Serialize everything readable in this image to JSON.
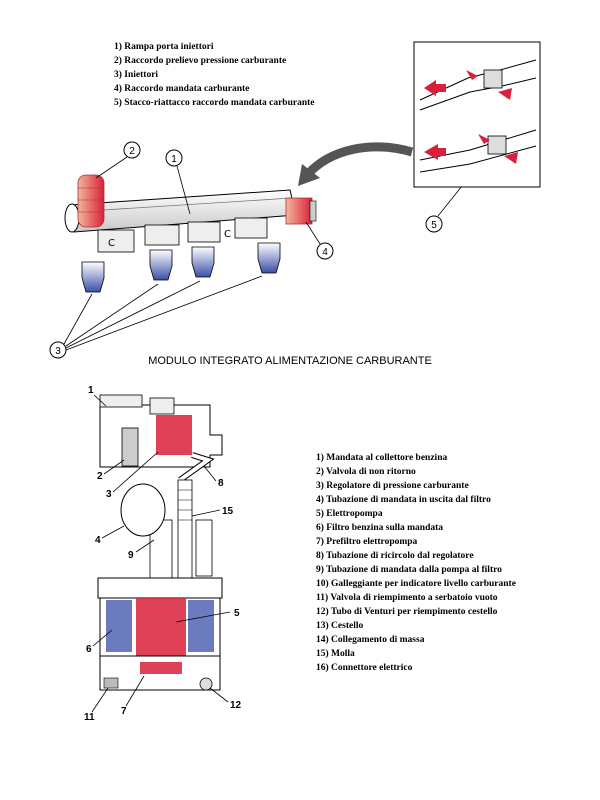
{
  "top_legend": [
    "1) Rampa porta iniettori",
    "2) Raccordo prelievo pressione carburante",
    "3) Iniettori",
    "4) Raccordo mandata carburante",
    "5) Stacco-riattacco raccordo mandata carburante"
  ],
  "section_title": "MODULO INTEGRATO ALIMENTAZIONE CARBURANTE",
  "bottom_legend": [
    "1) Mandata al collettore benzina",
    "2) Valvola di non ritorno",
    "3) Regolatore di pressione carburante",
    "4) Tubazione di mandata in uscita dal filtro",
    "5) Elettropompa",
    "6) Filtro benzina sulla mandata",
    "7) Prefiltro elettropompa",
    "8) Tubazione di ricircolo dal regolatore",
    "9) Tubazione di mandata dalla pompa al filtro",
    "10) Galleggiante per indicatore livello carburante",
    "11) Valvola di riempimento a serbatoio vuoto",
    "12) Tubo di Venturi per riempimento cestello",
    "13) Cestello",
    "14) Collegamento di massa",
    "15) Molla",
    "16) Connettore elettrico"
  ],
  "rail_callouts": {
    "c1": "1",
    "c2": "2",
    "c3": "3",
    "c4": "4",
    "c5": "5"
  },
  "module_callouts": {
    "n1": "1",
    "n2": "2",
    "n3": "3",
    "n4": "4",
    "n5": "5",
    "n6": "6",
    "n7": "7",
    "n8": "8",
    "n9": "9",
    "n11": "11",
    "n12": "12",
    "n15": "15"
  },
  "colors": {
    "red": "#d9203a",
    "orange": "#e0653a",
    "blue": "#3a4fa8",
    "line": "#000000"
  }
}
